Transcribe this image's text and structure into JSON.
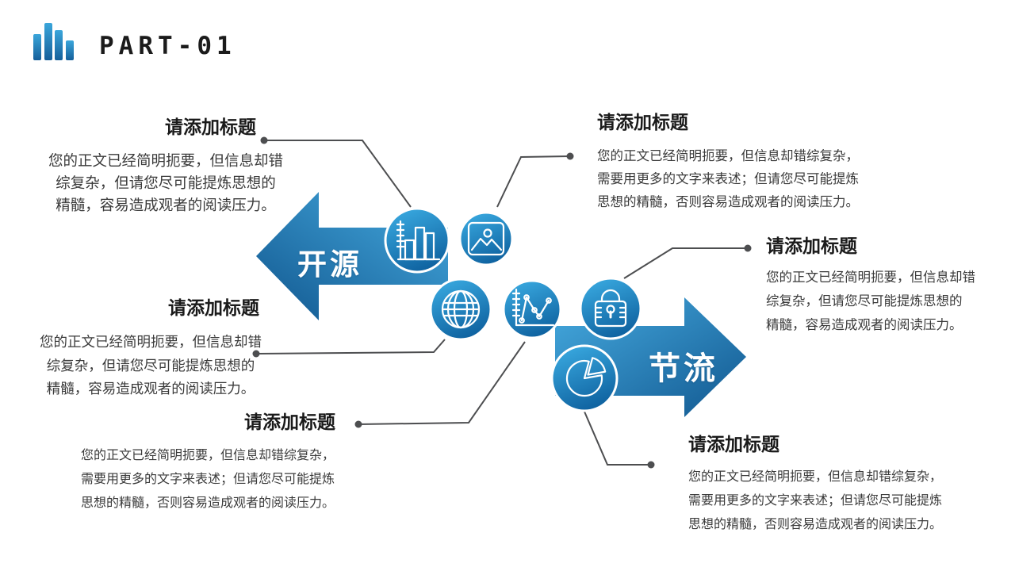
{
  "header": {
    "part_label": "PART-01"
  },
  "arrows": {
    "left_label": "开源",
    "right_label": "节流"
  },
  "blocks": [
    {
      "position": "top-left",
      "title": "请添加标题",
      "body": "您的正文已经简明扼要，但信息却错\n综复杂，但请您尽可能提炼思想的\n精髓，容易造成观者的阅读压力。"
    },
    {
      "position": "top-right",
      "title": "请添加标题",
      "body": "您的正文已经简明扼要，但信息却错综复杂，\n需要用更多的文字来表述；但请您尽可能提炼\n思想的精髓，否则容易造成观者的阅读压力。"
    },
    {
      "position": "middle-left",
      "title": "请添加标题",
      "body": "您的正文已经简明扼要，但信息却错\n综复杂，但请您尽可能提炼思想的\n精髓，容易造成观者的阅读压力。"
    },
    {
      "position": "middle-right",
      "title": "请添加标题",
      "body": "您的正文已经简明扼要，但信息却错\n综复杂，但请您尽可能提炼思想的\n精髓，容易造成观者的阅读压力。"
    },
    {
      "position": "bottom-left",
      "title": "请添加标题",
      "body": "您的正文已经简明扼要，但信息却错综复杂，\n需要用更多的文字来表述；但请您尽可能提炼\n思想的精髓，否则容易造成观者的阅读压力。"
    },
    {
      "position": "bottom-right",
      "title": "请添加标题",
      "body": "您的正文已经简明扼要，但信息却错综复杂，\n需要用更多的文字来表述；但请您尽可能提炼\n思想的精髓，否则容易造成观者的阅读压力。"
    }
  ],
  "icons": [
    "bar-chart-icon",
    "image-icon",
    "globe-icon",
    "line-chart-icon",
    "lock-icon",
    "pie-chart-icon"
  ],
  "colors": {
    "arrow_light": "#46abe0",
    "arrow_dark": "#11578f",
    "circle_light": "#38a7de",
    "circle_dark": "#0d5f9d",
    "connector": "#4d4e50",
    "title_text": "#1a1a1a",
    "body_text": "#3a3a3a"
  }
}
